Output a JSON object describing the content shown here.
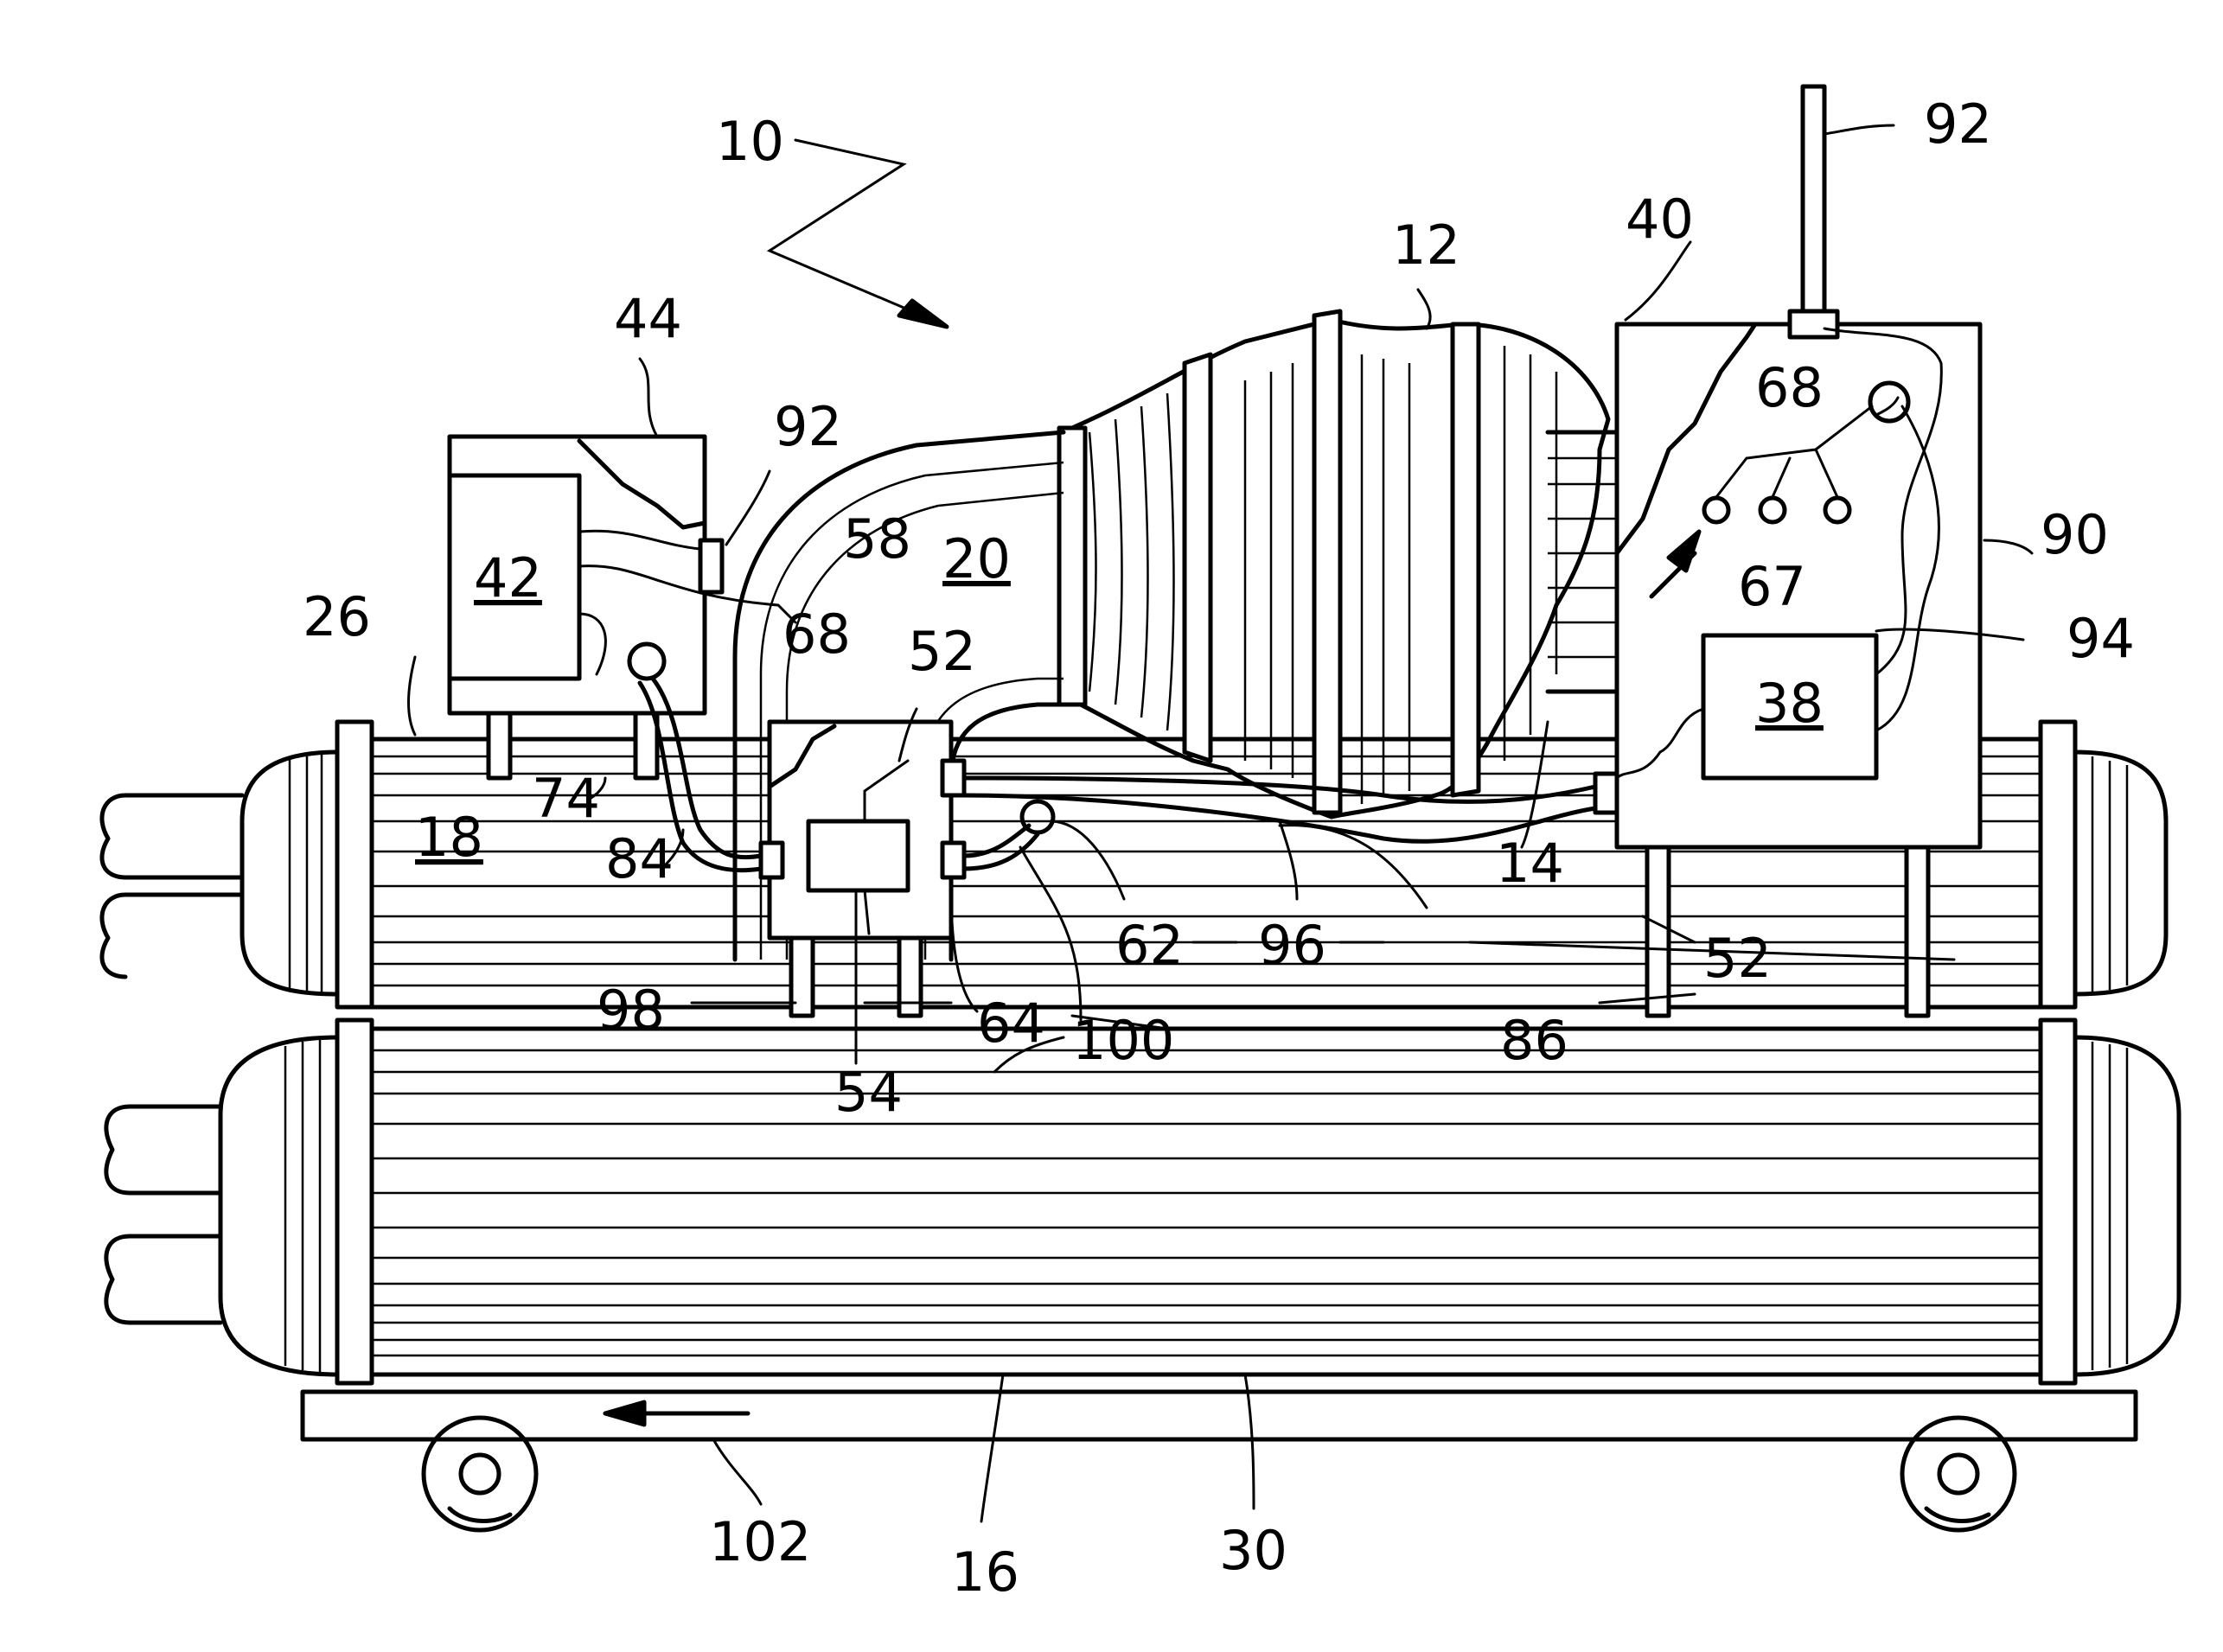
{
  "figure": {
    "labels": {
      "l10": "10",
      "l92a": "92",
      "l40": "40",
      "l12": "12",
      "l44": "44",
      "l92b": "92",
      "l68a": "68",
      "l58": "58",
      "l20": "20",
      "l42": "42",
      "l90": "90",
      "l26": "26",
      "l68b": "68",
      "l52a": "52",
      "l67": "67",
      "l94": "94",
      "l38": "38",
      "l74": "74",
      "l18": "18",
      "l84": "84",
      "l14": "14",
      "l62": "62",
      "l96": "96",
      "l52b": "52",
      "l98": "98",
      "l64": "64",
      "l100": "100",
      "l86": "86",
      "l54": "54",
      "l102": "102",
      "l16": "16",
      "l30": "30"
    }
  }
}
